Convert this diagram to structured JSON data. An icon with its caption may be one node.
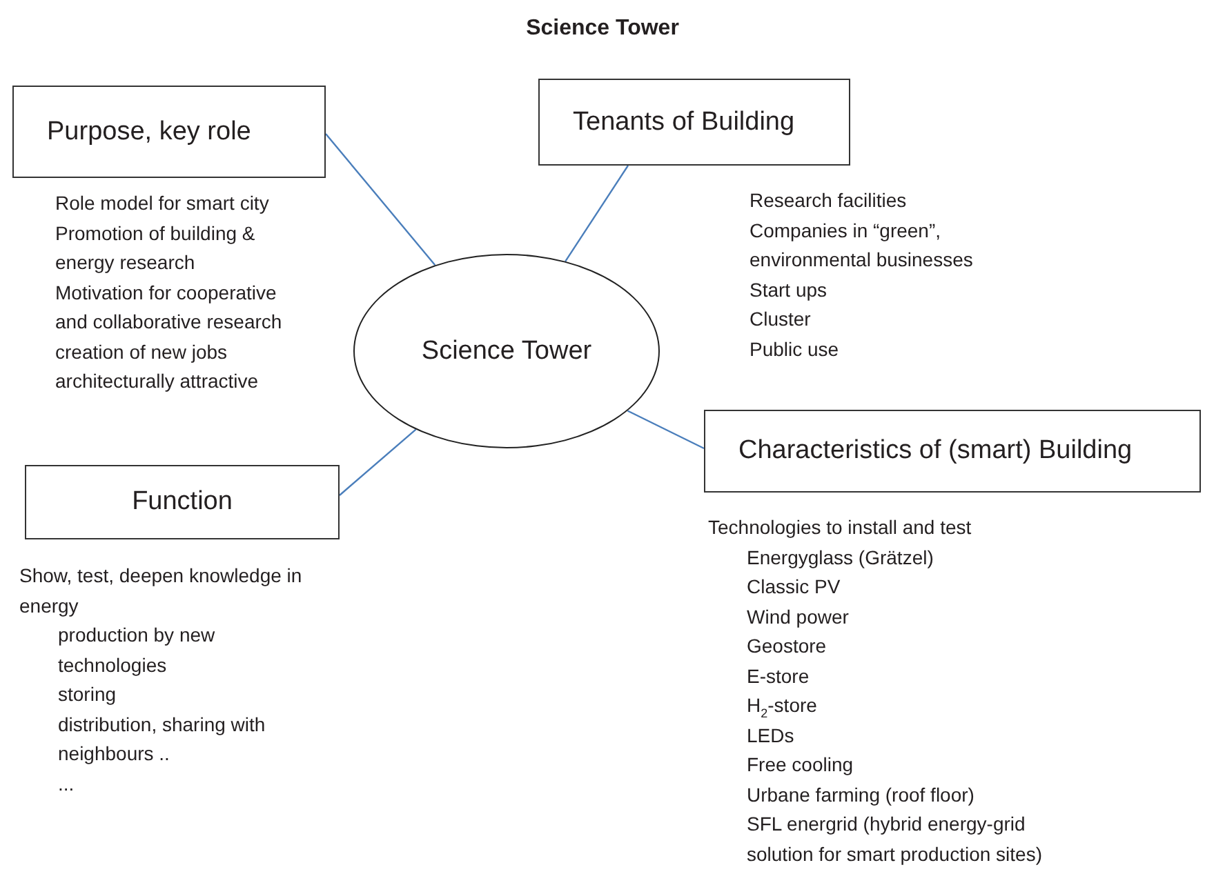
{
  "diagram": {
    "title": "Science Tower",
    "nodes": [
      {
        "text": [
          "Science Tower"
        ]
      },
      {
        "text": [
          "Purpose, key role"
        ],
        "beside": [
          "Role model for smart city",
          "Promotion of building & energy research",
          "Motivation for cooperative and collaborative research",
          "creation of new jobs",
          "architecturally attractive"
        ]
      },
      {
        "text": [
          "Tenants of Building"
        ],
        "beside": [
          "Research facilities",
          "Companies in “green”, environmental businesses",
          "Start ups",
          "Cluster",
          "Public use"
        ]
      },
      {
        "text": [
          "Function"
        ],
        "beside": [
          "Show, test, deepen knowledge in energy",
          "production by new technologies",
          "storing",
          "distribution, sharing with neighbours ..",
          "..."
        ]
      },
      {
        "text": [
          "Characteristics of (smart) Building"
        ],
        "beside": [
          "Technologies to install and test",
          "Energyglass (Grätzel)",
          "Classic PV",
          "Wind power",
          "Geostore",
          "E-store",
          "H$_{2}$-store",
          "LEDs",
          "Free cooling",
          "Urbane farming (roof floor)",
          "SFL energrid (hybrid energy-grid solution for smart production sites)"
        ]
      }
    ],
    "edges": [
      {
        "from": 1,
        "to": 0,
        "arrow": "none"
      },
      {
        "from": 2,
        "to": 0,
        "arrow": "none"
      },
      {
        "from": 3,
        "to": 0,
        "arrow": "none"
      },
      {
        "from": 4,
        "to": 0,
        "arrow": "none"
      }
    ]
  }
}
